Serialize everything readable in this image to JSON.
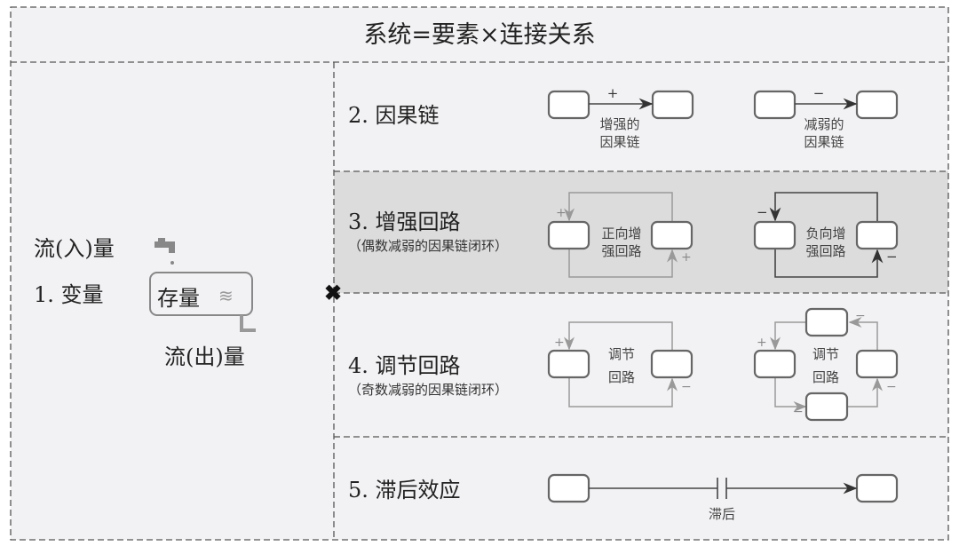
{
  "title": "系统=要素×连接关系",
  "variables": {
    "heading": "1. 变量",
    "inflow": "流(入)量",
    "stock": "存量",
    "outflow": "流(出)量"
  },
  "causal_chain": {
    "heading": "2. 因果链",
    "positive": {
      "sign": "+",
      "label_line1": "增强的",
      "label_line2": "因果链"
    },
    "negative": {
      "sign": "−",
      "label_line1": "减弱的",
      "label_line2": "因果链"
    }
  },
  "reinforcing_loop": {
    "heading": "3. 增强回路",
    "note": "（偶数减弱的因果链闭环）",
    "positive": {
      "label_line1": "正向增",
      "label_line2": "强回路",
      "sign": "+"
    },
    "negative": {
      "label_line1": "负向增",
      "label_line2": "强回路",
      "sign": "−"
    }
  },
  "balancing_loop": {
    "heading": "4. 调节回路",
    "note": "（奇数减弱的因果链闭环）",
    "label_line1": "调节",
    "label_line2": "回路",
    "plus": "+",
    "minus": "−"
  },
  "delay": {
    "heading": "5. 滞后效应",
    "label": "滞后"
  },
  "colors": {
    "background": "#f2f2f4",
    "highlight": "#dcdcdc",
    "border": "#555555"
  }
}
